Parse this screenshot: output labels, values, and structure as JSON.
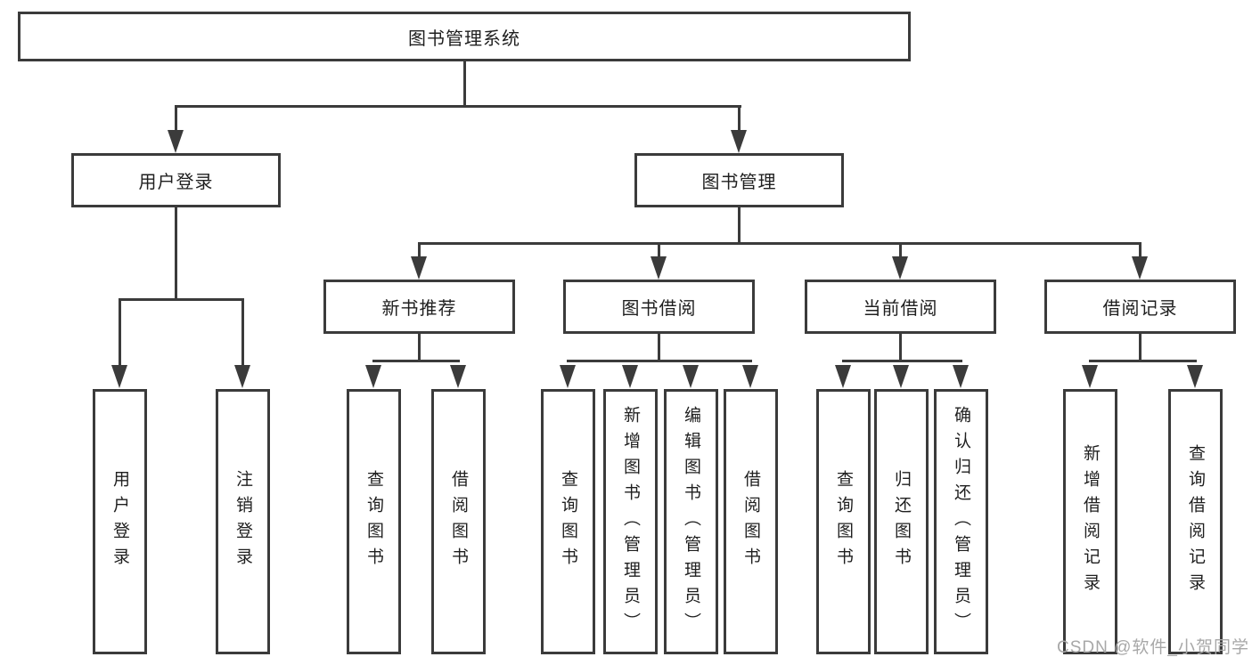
{
  "diagram": {
    "title": "图书管理系统",
    "root": {
      "label": "图书管理系统"
    },
    "level1": [
      {
        "label": "用户登录"
      },
      {
        "label": "图书管理"
      }
    ],
    "level2": [
      {
        "parent": "图书管理",
        "label": "新书推荐"
      },
      {
        "parent": "图书管理",
        "label": "图书借阅"
      },
      {
        "parent": "图书管理",
        "label": "当前借阅"
      },
      {
        "parent": "图书管理",
        "label": "借阅记录"
      }
    ],
    "leaves": [
      {
        "parent": "用户登录",
        "label": "用户登录"
      },
      {
        "parent": "用户登录",
        "label": "注销登录"
      },
      {
        "parent": "新书推荐",
        "label": "查询图书"
      },
      {
        "parent": "新书推荐",
        "label": "借阅图书"
      },
      {
        "parent": "图书借阅",
        "label": "查询图书"
      },
      {
        "parent": "图书借阅",
        "label": "新增图书（管理员）"
      },
      {
        "parent": "图书借阅",
        "label": "编辑图书（管理员）"
      },
      {
        "parent": "图书借阅",
        "label": "借阅图书"
      },
      {
        "parent": "当前借阅",
        "label": "查询图书"
      },
      {
        "parent": "当前借阅",
        "label": "归还图书"
      },
      {
        "parent": "当前借阅",
        "label": "确认归还（管理员）"
      },
      {
        "parent": "借阅记录",
        "label": "新增借阅记录"
      },
      {
        "parent": "借阅记录",
        "label": "查询借阅记录"
      }
    ]
  },
  "watermark": {
    "text": "CSDN @软件_小贺同学",
    "color": "#a8a8a8"
  },
  "colors": {
    "background": "#ffffff",
    "node_fill": "#ffffff",
    "line": "#3b3b3b",
    "text": "#1f1f1f"
  }
}
